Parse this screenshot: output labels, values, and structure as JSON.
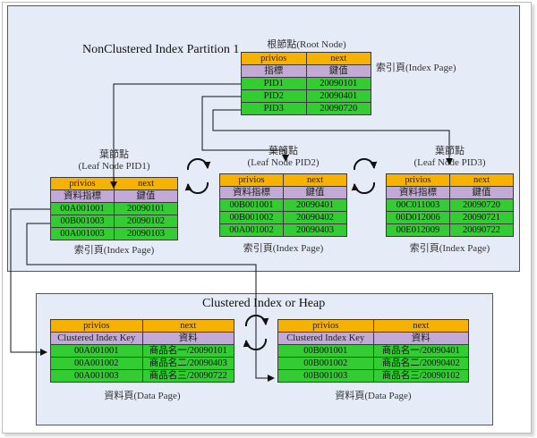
{
  "nonclustered": {
    "title": "NonClustered Index Partition 1",
    "root": {
      "label": "根節點(Root Node)",
      "header": [
        "privios",
        "next"
      ],
      "sub": [
        "指標",
        "鍵值"
      ],
      "rows": [
        [
          "PID1",
          "20090101"
        ],
        [
          "PID2",
          "20090401"
        ],
        [
          "PID3",
          "20090720"
        ]
      ],
      "page_label": "索引頁(Index Page)"
    },
    "leaves": [
      {
        "label1": "葉節點",
        "label2": "(Leaf Node PID1)",
        "header": [
          "privios",
          "next"
        ],
        "sub": [
          "資料指標",
          "鍵值"
        ],
        "rows": [
          [
            "00A001001",
            "20090101"
          ],
          [
            "00B001003",
            "20090102"
          ],
          [
            "00A001003",
            "20090103"
          ]
        ],
        "page_label": "索引頁(Index Page)"
      },
      {
        "label1": "葉節點",
        "label2": "(Leaf Node PID2)",
        "header": [
          "privios",
          "next"
        ],
        "sub": [
          "資料指標",
          "鍵值"
        ],
        "rows": [
          [
            "00B001001",
            "20090401"
          ],
          [
            "00B001002",
            "20090402"
          ],
          [
            "00A001002",
            "20090403"
          ]
        ],
        "page_label": "索引頁(Index Page)"
      },
      {
        "label1": "葉節點",
        "label2": "(Leaf Node PID3)",
        "header": [
          "privios",
          "next"
        ],
        "sub": [
          "資料指標",
          "鍵值"
        ],
        "rows": [
          [
            "00C011003",
            "20090720"
          ],
          [
            "00D012006",
            "20090721"
          ],
          [
            "00E012009",
            "20090722"
          ]
        ],
        "page_label": "索引頁(Index Page)"
      }
    ]
  },
  "clustered": {
    "title": "Clustered Index or Heap",
    "pages": [
      {
        "header": [
          "privios",
          "next"
        ],
        "sub": [
          "Clustered Index Key",
          "資料"
        ],
        "rows": [
          [
            "00A001001",
            "商品名一/20090101"
          ],
          [
            "00A001002",
            "商品名二/20090403"
          ],
          [
            "00A001003",
            "商品名三/20090722"
          ]
        ],
        "page_label": "資料頁(Data Page)"
      },
      {
        "header": [
          "privios",
          "next"
        ],
        "sub": [
          "Clustered Index Key",
          "資料"
        ],
        "rows": [
          [
            "00B001001",
            "商品名一/20090401"
          ],
          [
            "00B001002",
            "商品名二/20090402"
          ],
          [
            "00B001003",
            "商品名三/20090102"
          ]
        ],
        "page_label": "資料頁(Data Page)"
      }
    ]
  }
}
